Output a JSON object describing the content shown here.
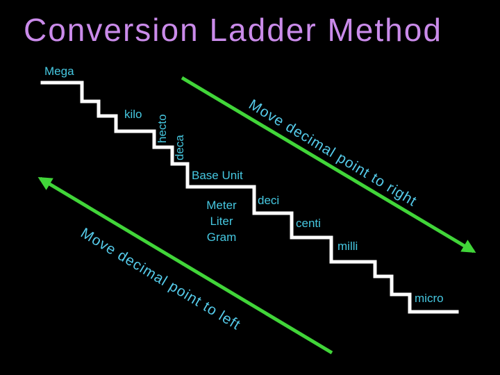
{
  "slide": {
    "title": "Conversion Ladder Method",
    "colors": {
      "background": "#000000",
      "title": "#CA8BEA",
      "label": "#46C8E1",
      "arrow_text": "#55CBEA",
      "arrow_line": "#41D539",
      "ladder_line": "#FFFFFF"
    }
  },
  "ladder": {
    "mega": "Mega",
    "kilo": "kilo",
    "hecto": "hecto",
    "deca": "deca",
    "base": {
      "label": "Base Unit",
      "units": [
        "Meter",
        "Liter",
        "Gram"
      ]
    },
    "deci": "deci",
    "centi": "centi",
    "milli": "milli",
    "micro": "micro"
  },
  "arrows": {
    "right_label": "Move decimal point to right",
    "left_label": "Move decimal point to left"
  }
}
